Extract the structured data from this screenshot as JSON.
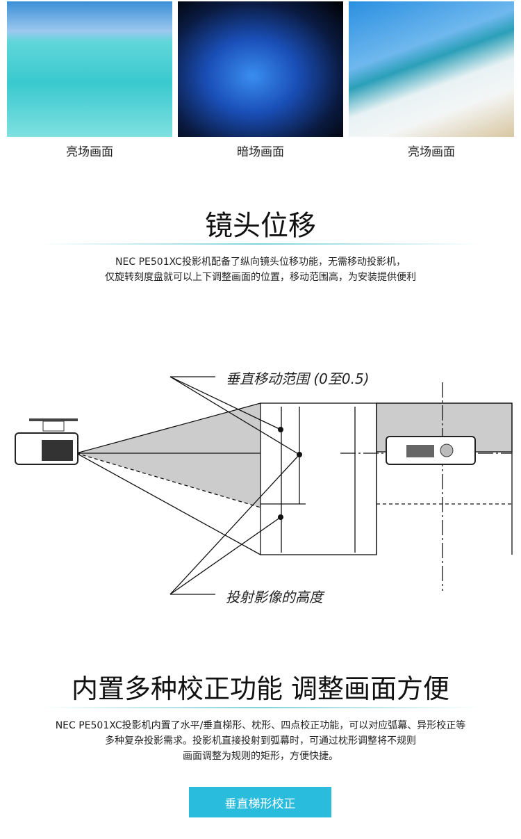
{
  "photos": [
    {
      "caption": "亮场画面"
    },
    {
      "caption": "暗场画面"
    },
    {
      "caption": "亮场画面"
    }
  ],
  "section1": {
    "title": "镜头位移",
    "lines": [
      "NEC PE501XC投影机配备了纵向镜头位移功能，无需移动投影机，",
      "仅旋转刻度盘就可以上下调整画面的位置，移动范围高，为安装提供便利"
    ]
  },
  "diagram": {
    "label_top": "垂直移动范围 (0至0.5)",
    "label_bottom": "投射影像的高度"
  },
  "section2": {
    "title": "内置多种校正功能 调整画面方便",
    "lines": [
      "NEC PE501XC投影机内置了水平/垂直梯形、枕形、四点校正功能，可以对应弧幕、异形校正等",
      "多种复杂投影需求。投影机直接投射到弧幕时，可通过枕形调整将不规则",
      "画面调整为规则的矩形，方便快捷。"
    ],
    "button": "垂直梯形校正"
  }
}
